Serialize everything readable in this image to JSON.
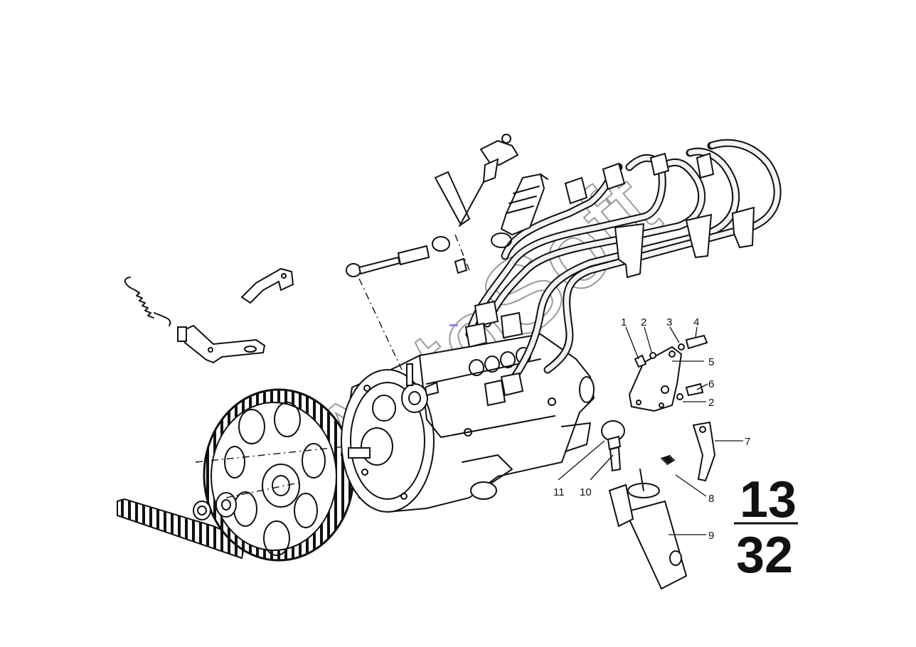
{
  "diagram": {
    "watermark": "AutoSoft",
    "page_reference": {
      "top": "13",
      "bottom": "32"
    },
    "callouts": [
      {
        "id": "c1",
        "label": "1"
      },
      {
        "id": "c2a",
        "label": "2"
      },
      {
        "id": "c3",
        "label": "3"
      },
      {
        "id": "c4",
        "label": "4"
      },
      {
        "id": "c5",
        "label": "5"
      },
      {
        "id": "c6",
        "label": "6"
      },
      {
        "id": "c2b",
        "label": "2"
      },
      {
        "id": "c7",
        "label": "7"
      },
      {
        "id": "c8",
        "label": "8"
      },
      {
        "id": "c9",
        "label": "9"
      },
      {
        "id": "c10",
        "label": "10"
      },
      {
        "id": "c11",
        "label": "11"
      }
    ]
  }
}
